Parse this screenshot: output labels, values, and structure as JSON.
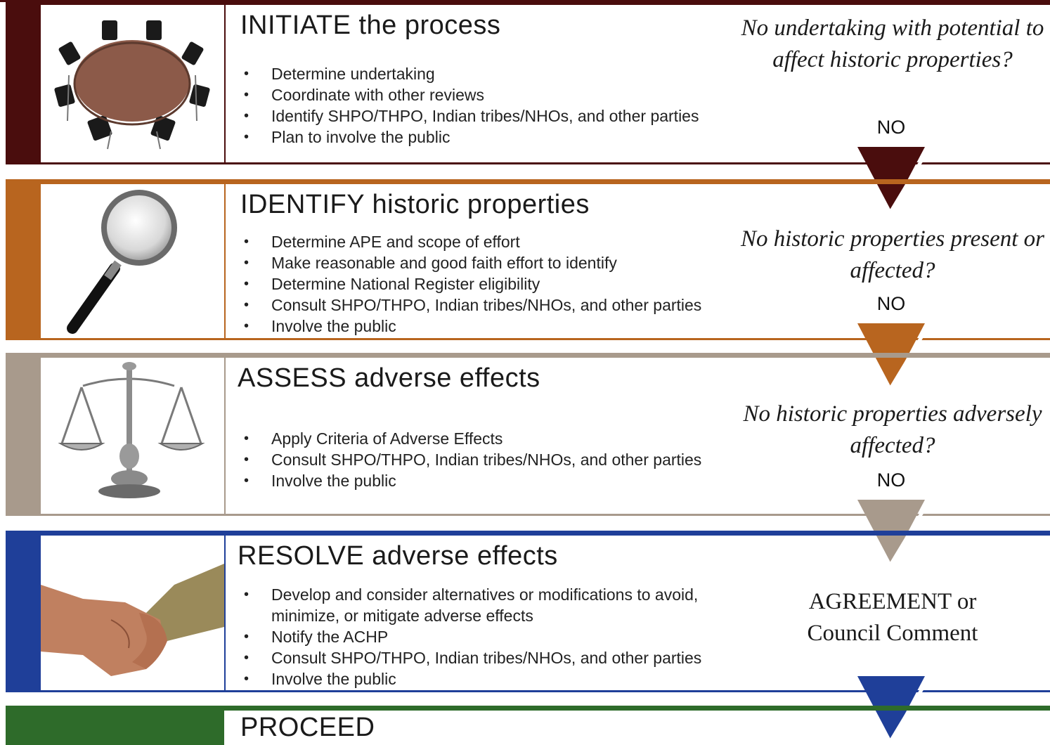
{
  "steps": [
    {
      "title": "INITIATE the process",
      "bullets": [
        "Determine undertaking",
        "Coordinate with other reviews",
        "Identify SHPO/THPO, Indian tribes/NHOs, and other parties",
        "Plan to involve the public"
      ],
      "question": "No undertaking with potential to affect historic properties?",
      "outcome": "NO",
      "image": "conference-table-icon",
      "color": "#4a0d0d"
    },
    {
      "title": "IDENTIFY historic properties",
      "bullets": [
        "Determine APE and scope of effort",
        "Make reasonable and good faith effort to identify",
        "Determine National Register eligibility",
        "Consult SHPO/THPO, Indian tribes/NHOs, and other parties",
        "Involve the public"
      ],
      "question": "No historic properties present or affected?",
      "outcome": "NO",
      "image": "magnifying-glass-icon",
      "color": "#b8651f"
    },
    {
      "title": "ASSESS adverse effects",
      "bullets": [
        "Apply Criteria of Adverse Effects",
        "Consult SHPO/THPO, Indian tribes/NHOs, and other parties",
        "Involve the public"
      ],
      "question": "No historic properties adversely affected?",
      "outcome": "NO",
      "image": "scales-of-justice-icon",
      "color": "#a89a8c"
    },
    {
      "title": "RESOLVE adverse effects",
      "bullets": [
        "Develop and consider alternatives or modifications to avoid, minimize, or mitigate adverse effects",
        "Notify the ACHP",
        "Consult SHPO/THPO, Indian tribes/NHOs, and other parties",
        "Involve the public"
      ],
      "question": "AGREEMENT or Council Comment",
      "image": "handshake-icon",
      "color": "#1f3f99"
    },
    {
      "title": "PROCEED",
      "image": "proceed-color-block",
      "color": "#2e6b2a"
    }
  ]
}
